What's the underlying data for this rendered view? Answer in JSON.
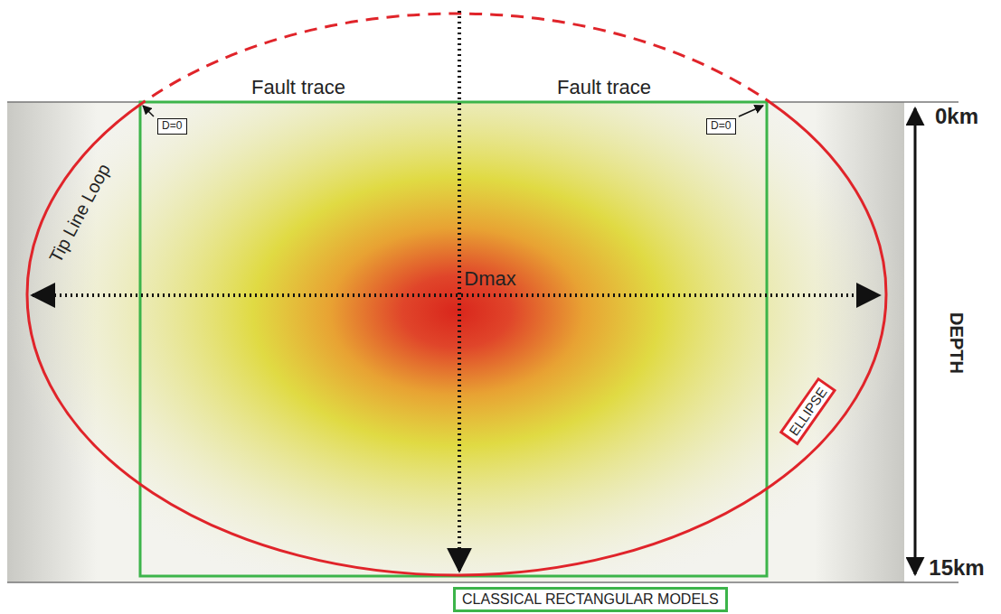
{
  "diagram": {
    "nodes": [
      {
        "text": [
          "D=0"
        ]
      },
      {
        "text": [
          "D=0"
        ]
      },
      {
        "text": [
          "ELLIPSE"
        ]
      },
      {
        "text": [
          "CLASSICAL RECTANGULAR MODELS"
        ]
      }
    ],
    "labels": [
      "Fault trace",
      "Fault trace",
      "Tip Line Loop",
      "Dmax",
      "0km",
      "DEPTH",
      "15km"
    ]
  }
}
